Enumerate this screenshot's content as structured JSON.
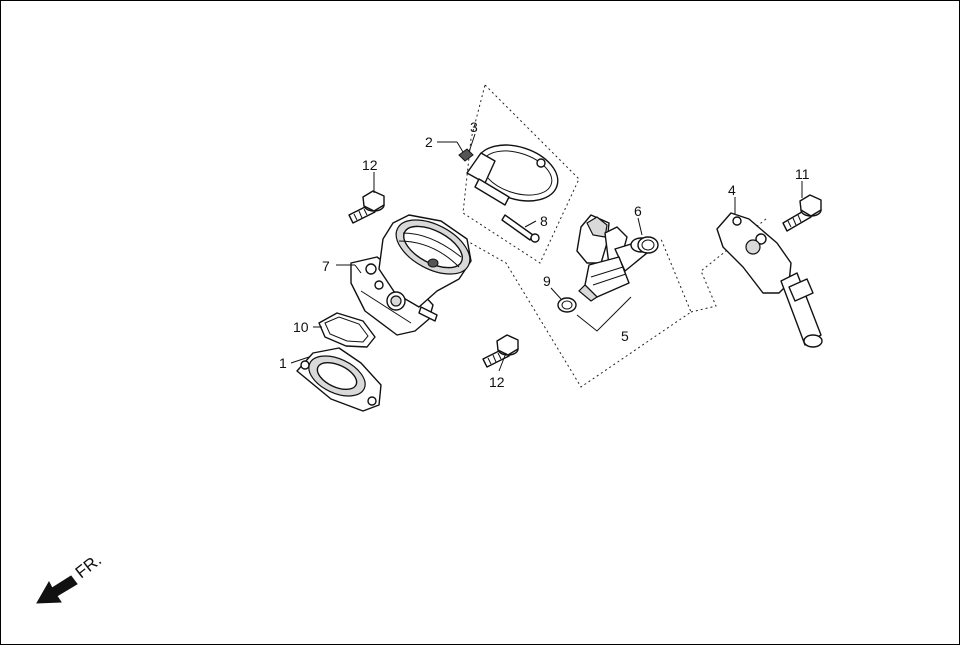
{
  "diagram": {
    "front_marker": {
      "label": "FR.",
      "icon": "front-direction-arrow-icon"
    },
    "callouts": [
      {
        "id": "callout-1",
        "label": "1"
      },
      {
        "id": "callout-2",
        "label": "2"
      },
      {
        "id": "callout-3",
        "label": "3"
      },
      {
        "id": "callout-4",
        "label": "4"
      },
      {
        "id": "callout-5",
        "label": "5"
      },
      {
        "id": "callout-6",
        "label": "6"
      },
      {
        "id": "callout-7",
        "label": "7"
      },
      {
        "id": "callout-8",
        "label": "8"
      },
      {
        "id": "callout-9",
        "label": "9"
      },
      {
        "id": "callout-10",
        "label": "10"
      },
      {
        "id": "callout-11",
        "label": "11"
      },
      {
        "id": "callout-12a",
        "label": "12"
      },
      {
        "id": "callout-12b",
        "label": "12"
      }
    ],
    "colors": {
      "line": "#111111",
      "shade": "#d9d9d9",
      "background": "#ffffff"
    }
  }
}
